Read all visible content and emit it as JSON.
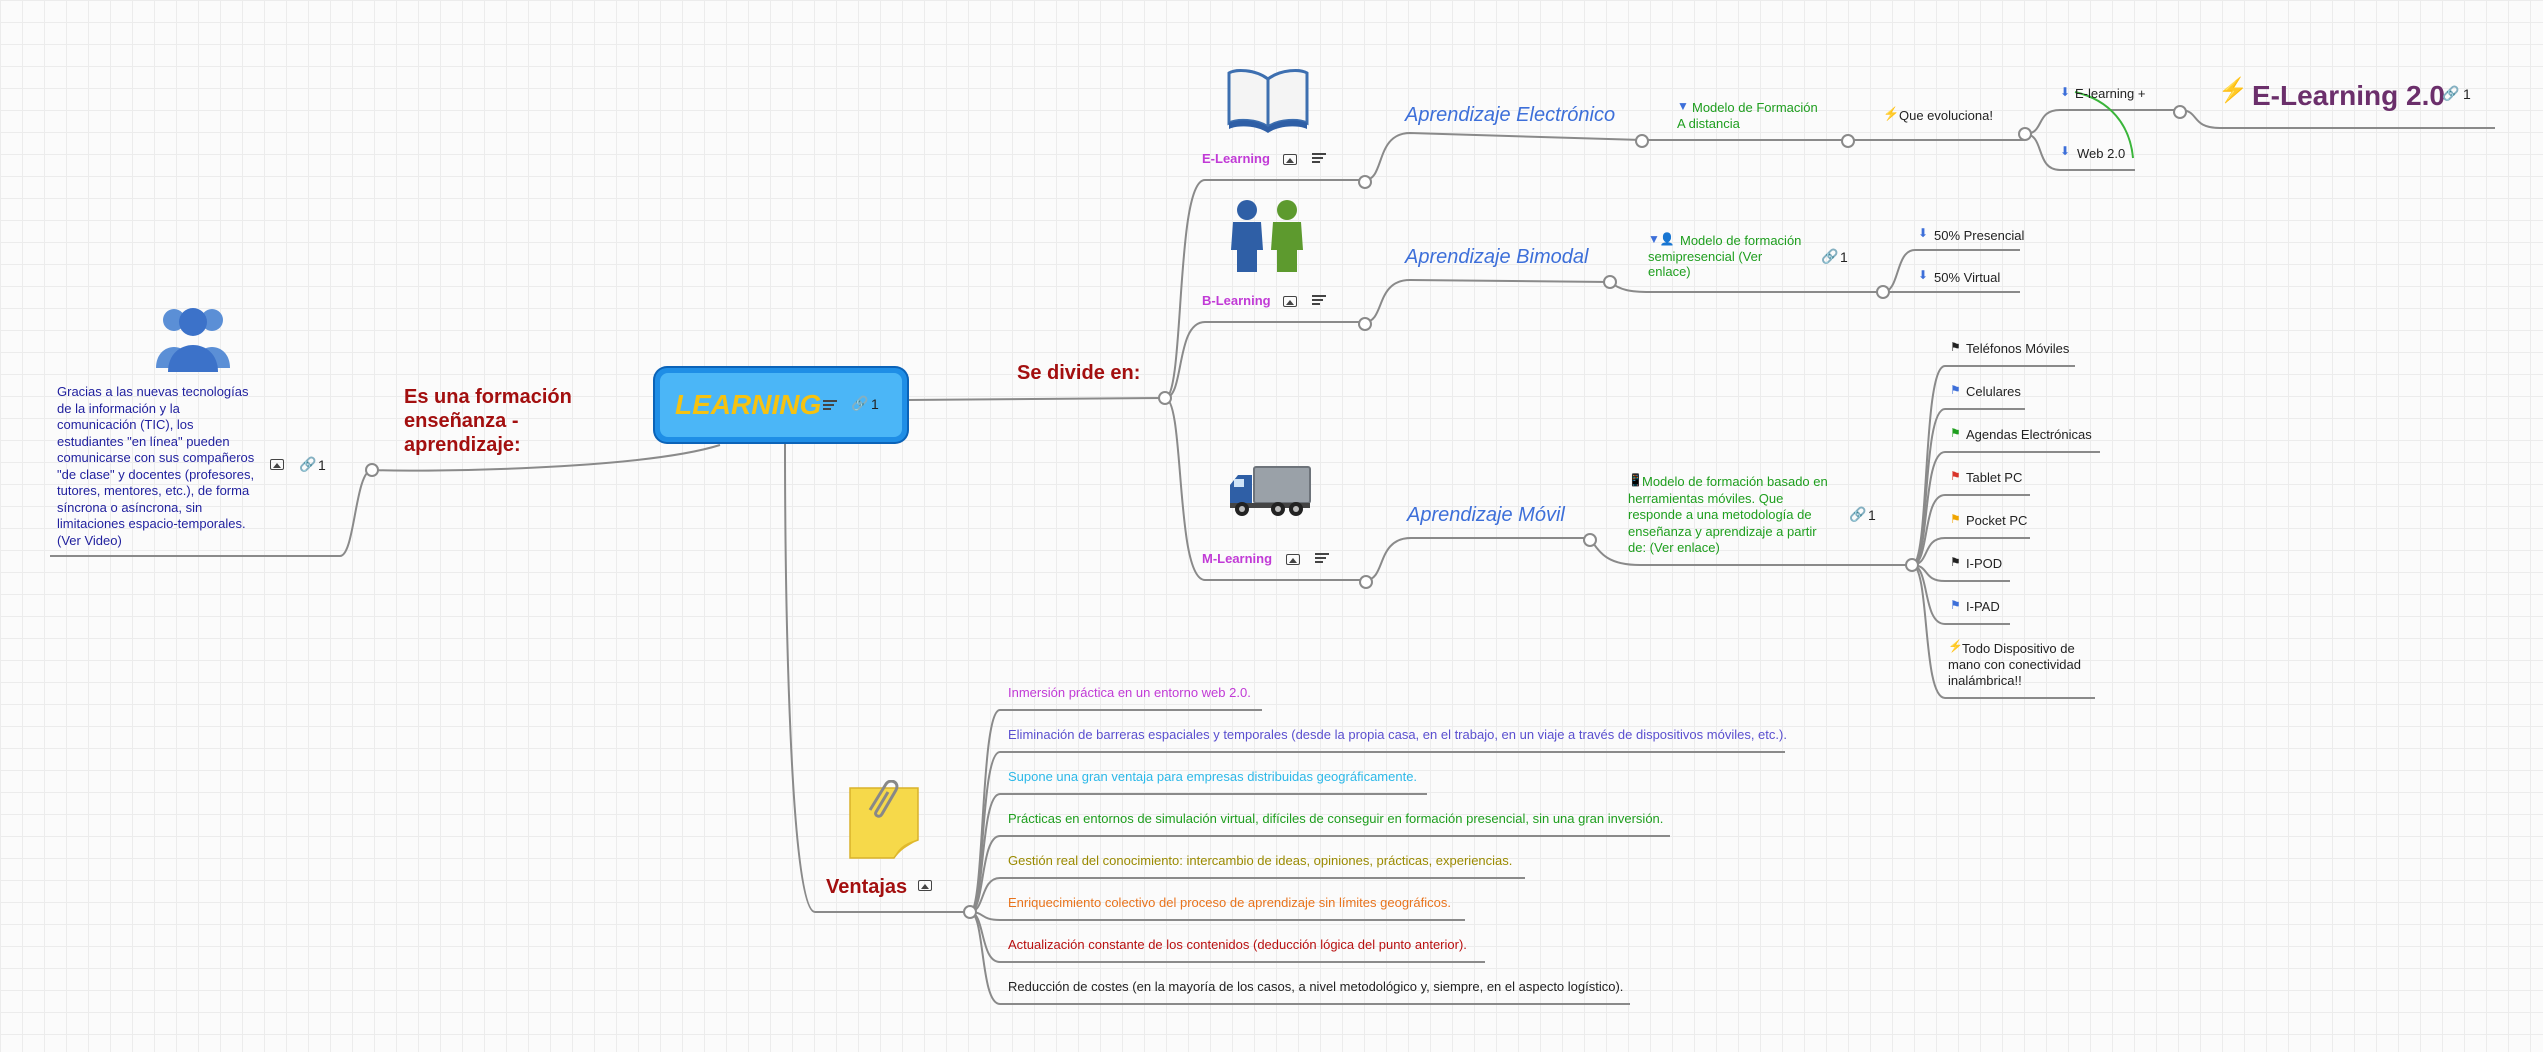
{
  "central": {
    "title": "LEARNING",
    "link_count": "1"
  },
  "left_branch": {
    "label": "Es una formación enseñanza - aprendizaje:",
    "note": "Gracias a las nuevas tecnologías de la información y la comunicación (TIC), los estudiantes \"en línea\" pueden comunicarse con sus compañeros \"de clase\" y docentes (profesores, tutores, mentores, etc.), de forma síncrona o asíncrona, sin limitaciones espacio-temporales. (Ver Video)",
    "link_count": "1",
    "icon": "people-icon"
  },
  "divide": {
    "label": "Se divide en:",
    "types": [
      {
        "short": "E-Learning",
        "long": "Aprendizaje Electrónico",
        "icon": "book-icon",
        "model": "Modelo de Formación A distancia",
        "evol": "Que evoluciona!",
        "children": [
          "E-learning +",
          "Web 2.0"
        ],
        "target": "E-Learning 2.0",
        "target_link": "1"
      },
      {
        "short": "B-Learning",
        "long": "Aprendizaje Bimodal",
        "icon": "two-people-icon",
        "model": "Modelo de formación semipresencial (Ver enlace)",
        "link": "1",
        "children": [
          "50% Presencial",
          "50% Virtual"
        ]
      },
      {
        "short": "M-Learning",
        "long": "Aprendizaje Móvil",
        "icon": "truck-icon",
        "model": "Modelo de formación basado en herramientas móviles. Que responde a una metodología de enseñanza y aprendizaje a partir de: (Ver enlace)",
        "link": "1",
        "children": [
          "Teléfonos Móviles",
          "Celulares",
          "Agendas Electrónicas",
          "Tablet PC",
          "Pocket PC",
          "I-POD",
          "I-PAD",
          "Todo Dispositivo de mano con conectividad inalámbrica!!"
        ]
      }
    ]
  },
  "ventajas": {
    "label": "Ventajas",
    "items": [
      "Inmersión práctica en un entorno web 2.0.",
      "Eliminación de barreras espaciales y temporales (desde la propia casa, en el trabajo, en un viaje a través de dispositivos móviles, etc.).",
      "Supone una gran ventaja para empresas distribuidas geográficamente.",
      "Prácticas en entornos de simulación virtual, difíciles de conseguir en formación presencial, sin una gran inversión.",
      "Gestión real del conocimiento: intercambio de ideas, opiniones, prácticas, experiencias.",
      "Enriquecimiento colectivo del proceso de aprendizaje sin límites geográficos.",
      "Actualización constante de los contenidos (deducción lógica del punto anterior).",
      "Reducción de costes (en la mayoría de los casos, a nivel metodológico y, siempre, en el aspecto logístico)."
    ]
  },
  "colors": {
    "accent_red": "#a30f0f",
    "purple": "#c13ad6",
    "blue_italic": "#3d6fd9",
    "green": "#1e9e1e",
    "navy": "#1f1f9e"
  }
}
